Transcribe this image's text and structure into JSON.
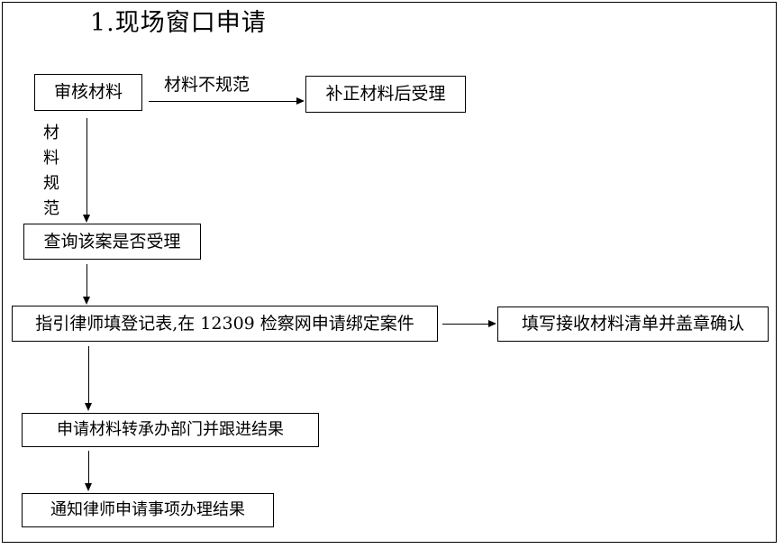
{
  "document": {
    "title": "1.现场窗口申请"
  },
  "flowchart": {
    "type": "flowchart",
    "nodes": [
      {
        "id": "audit",
        "label": "审核材料"
      },
      {
        "id": "correct",
        "label": "补正材料后受理"
      },
      {
        "id": "query",
        "label": "查询该案是否受理"
      },
      {
        "id": "guide",
        "label": "指引律师填登记表,在 12309 检察网申请绑定案件"
      },
      {
        "id": "receipt",
        "label": "填写接收材料清单并盖章确认"
      },
      {
        "id": "transfer",
        "label": "申请材料转承办部门并跟进结果"
      },
      {
        "id": "notify",
        "label": "通知律师申请事项办理结果"
      }
    ],
    "edges": [
      {
        "from": "audit",
        "to": "correct",
        "label": "材料不规范",
        "direction": "right"
      },
      {
        "from": "audit",
        "to": "query",
        "label": "材料规范",
        "direction": "down",
        "label_orientation": "vertical"
      },
      {
        "from": "query",
        "to": "guide",
        "label": "",
        "direction": "down"
      },
      {
        "from": "guide",
        "to": "receipt",
        "label": "",
        "direction": "right"
      },
      {
        "from": "guide",
        "to": "transfer",
        "label": "",
        "direction": "down"
      },
      {
        "from": "transfer",
        "to": "notify",
        "label": "",
        "direction": "down"
      }
    ],
    "vertical_label_chars": {
      "c1": "材",
      "c2": "料",
      "c3": "规",
      "c4": "范"
    },
    "colors": {
      "stroke": "#000000",
      "background": "#ffffff",
      "text": "#000000"
    }
  }
}
